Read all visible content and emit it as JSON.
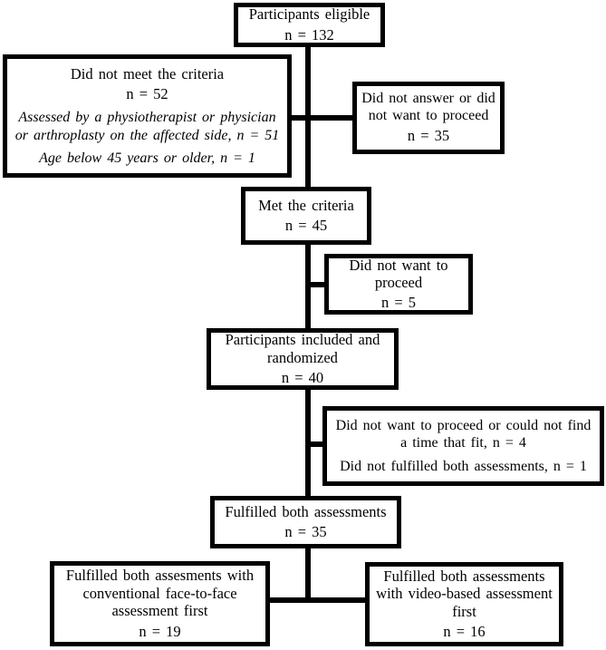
{
  "figure": {
    "background": "#ffffff",
    "line_color": "#000000",
    "text_color": "#000000"
  },
  "boxes": {
    "eligible": {
      "title": "Participants eligible",
      "count": "n = 132"
    },
    "not_meet": {
      "title": "Did not meet the criteria",
      "count": "n = 52",
      "reasons": [
        "Assessed by a physiotherapist or physician or arthroplasty on the affected side, n = 51",
        "Age below 45 years or older, n = 1"
      ]
    },
    "not_answer": {
      "title": "Did not answer or did not want to proceed",
      "count": "n = 35"
    },
    "met": {
      "title": "Met the criteria",
      "count": "n = 45"
    },
    "not_proceed": {
      "title": "Did not want to proceed",
      "count": "n = 5"
    },
    "randomized": {
      "title": "Participants included and randomized",
      "count": "n = 40"
    },
    "dropouts_after_randomization": {
      "reasons": [
        "Did not want to proceed or could not find a time that fit, n = 4",
        "Did not fulfilled both assessments, n = 1"
      ]
    },
    "fulfilled": {
      "title": "Fulfilled both assessments",
      "count": "n = 35"
    },
    "face_to_face_first": {
      "title": "Fulfilled both assesments with conventional face-to-face assessment first",
      "count": "n = 19"
    },
    "video_first": {
      "title": "Fulfilled both assessments with video-based assessment first",
      "count": "n = 16"
    }
  }
}
